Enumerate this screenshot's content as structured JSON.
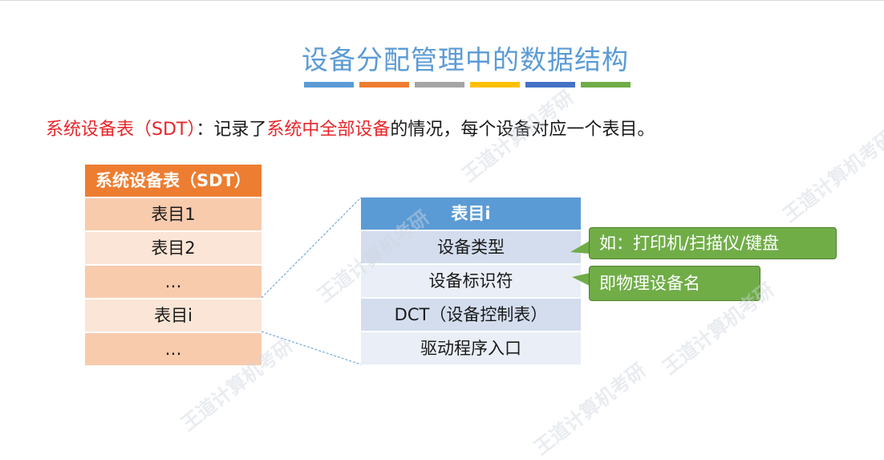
{
  "title": "设备分配管理中的数据结构",
  "title_bar_colors": [
    "#5b9bd5",
    "#ed7d31",
    "#a5a5a5",
    "#ffc000",
    "#4472c4",
    "#70ad47"
  ],
  "description": {
    "part1": "系统设备表（SDT）",
    "part2": "：记录了",
    "part3": "系统中全部设备",
    "part4": "的情况，每个设备对应一个表目。"
  },
  "sdt_table": {
    "header": "系统设备表（SDT）",
    "rows": [
      "表目1",
      "表目2",
      "…",
      "表目i",
      "…"
    ]
  },
  "entry_table": {
    "header": "表目i",
    "rows": [
      "设备类型",
      "设备标识符",
      "DCT（设备控制表）",
      "驱动程序入口"
    ]
  },
  "callouts": {
    "device_type": "如：打印机/扫描仪/键盘",
    "device_id": "即物理设备名"
  },
  "watermark": "王道计算机考研",
  "colors": {
    "accent": "#5b9bd5",
    "highlight": "#e8262a",
    "sdt_header": "#ed7d31",
    "callout": "#70ad47"
  }
}
